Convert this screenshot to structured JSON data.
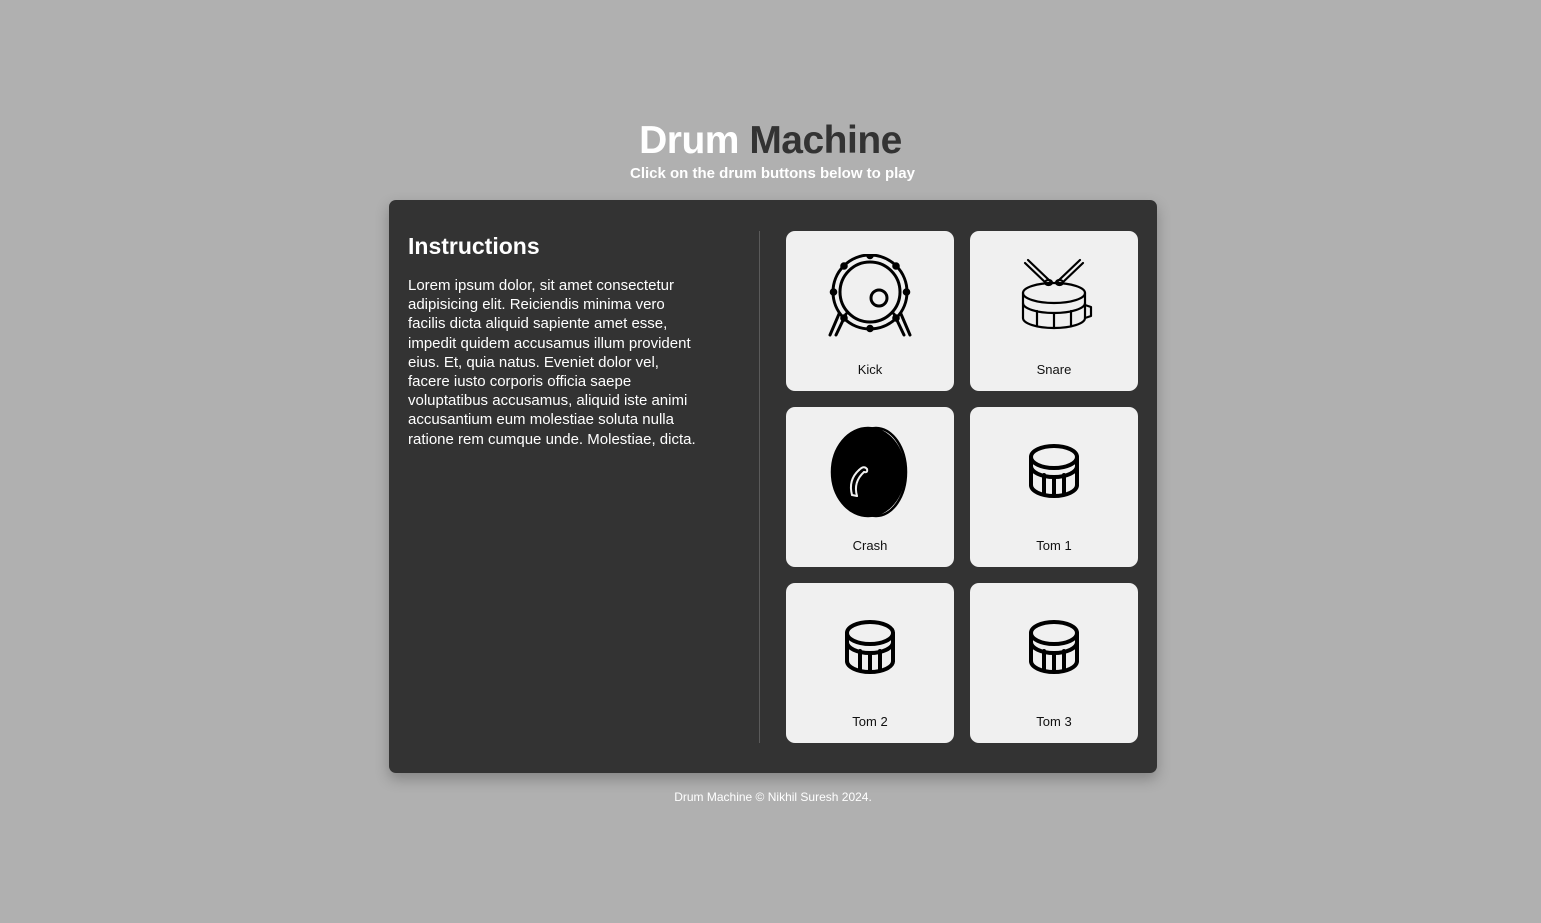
{
  "header": {
    "title_word1": "Drum",
    "title_word2": "Machine",
    "subtitle": "Click on the drum buttons below to play"
  },
  "instructions": {
    "heading": "Instructions",
    "body": "Lorem ipsum dolor, sit amet consectetur adipisicing elit. Reiciendis minima vero facilis dicta aliquid sapiente amet esse, impedit quidem accusamus illum provident eius. Et, quia natus. Eveniet dolor vel, facere iusto corporis officia saepe voluptatibus accusamus, aliquid iste animi accusantium eum molestiae soluta nulla ratione rem cumque unde. Molestiae, dicta."
  },
  "pads": [
    {
      "label": "Kick",
      "icon": "bass-drum-icon"
    },
    {
      "label": "Snare",
      "icon": "snare-drum-icon"
    },
    {
      "label": "Crash",
      "icon": "cymbal-icon"
    },
    {
      "label": "Tom 1",
      "icon": "tom-drum-icon"
    },
    {
      "label": "Tom 2",
      "icon": "tom-drum-icon"
    },
    {
      "label": "Tom 3",
      "icon": "tom-drum-icon"
    }
  ],
  "footer": {
    "text": "Drum Machine © Nikhil Suresh 2024."
  },
  "colors": {
    "background": "#b0b0b0",
    "panel": "#333333",
    "pad": "#f0f0f0",
    "title_accent": "#333333",
    "text_light": "#ffffff"
  }
}
